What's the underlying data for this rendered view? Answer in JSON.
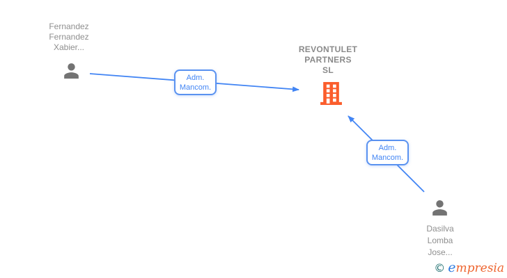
{
  "diagram": {
    "company": {
      "name_line1": "REVONTULET",
      "name_line2": "PARTNERS",
      "name_line3": "SL"
    },
    "shareholders": [
      {
        "name_line1": "Fernandez",
        "name_line2": "Fernandez",
        "name_line3": "Xabier..."
      },
      {
        "name_line1": "Dasilva",
        "name_line2": "Lomba",
        "name_line3": "Jose..."
      }
    ],
    "relations": [
      {
        "label_line1": "Adm.",
        "label_line2": "Mancom."
      },
      {
        "label_line1": "Adm.",
        "label_line2": "Mancom."
      }
    ],
    "colors": {
      "edge_blue": "#4285f4",
      "person_gray": "#737373",
      "label_gray": "#8f8f8f",
      "building_orange": "#fb5d2c"
    }
  },
  "footer": {
    "copyright_symbol": "©",
    "brand_first_letter": "e",
    "brand_rest": "mpresia"
  }
}
